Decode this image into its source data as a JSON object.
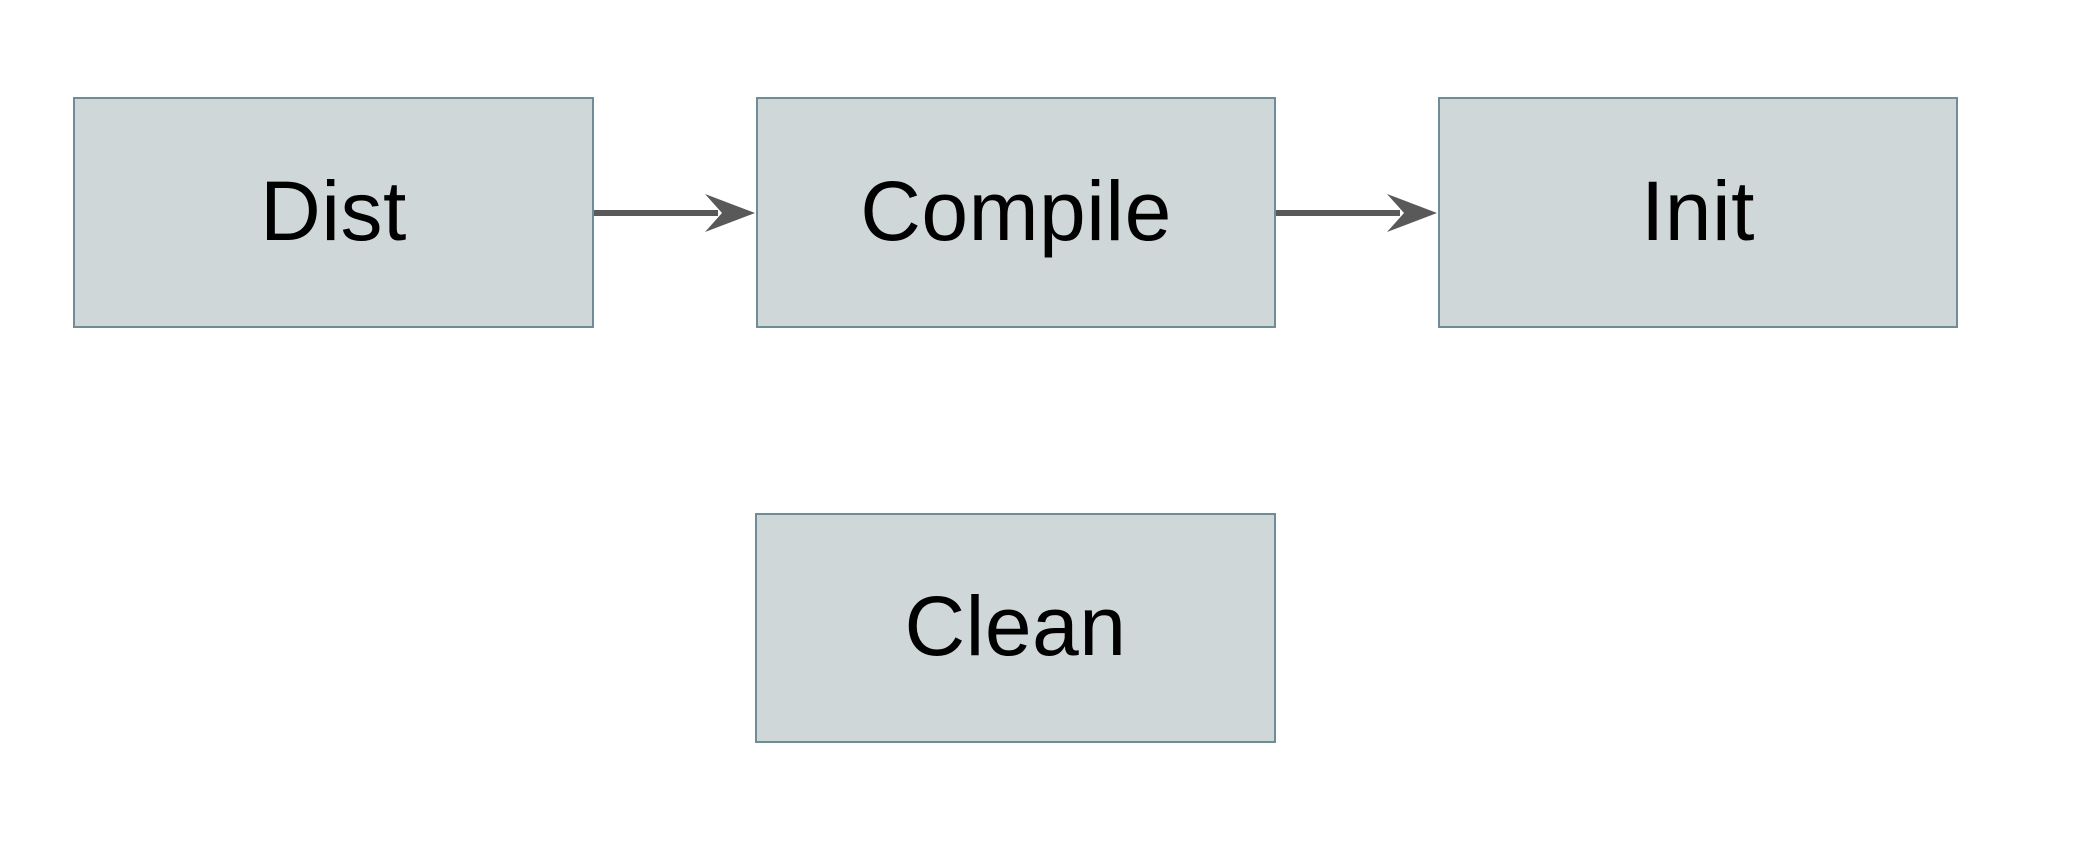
{
  "diagram": {
    "type": "flowchart",
    "background": "#ffffff",
    "nodes": [
      {
        "id": "dist",
        "label": "Dist"
      },
      {
        "id": "compile",
        "label": "Compile"
      },
      {
        "id": "init",
        "label": "Init"
      },
      {
        "id": "clean",
        "label": "Clean"
      }
    ],
    "edges": [
      {
        "from": "Dist",
        "to": "Compile",
        "style": "solid",
        "arrowhead": "barbed"
      },
      {
        "from": "Compile",
        "to": "Init",
        "style": "solid",
        "arrowhead": "barbed"
      }
    ],
    "colors": {
      "background": "#ffffff",
      "node_fill": "#cfd7d9",
      "node_border": "#6f8d98",
      "arrow": "#595959",
      "text": "#000000"
    }
  }
}
